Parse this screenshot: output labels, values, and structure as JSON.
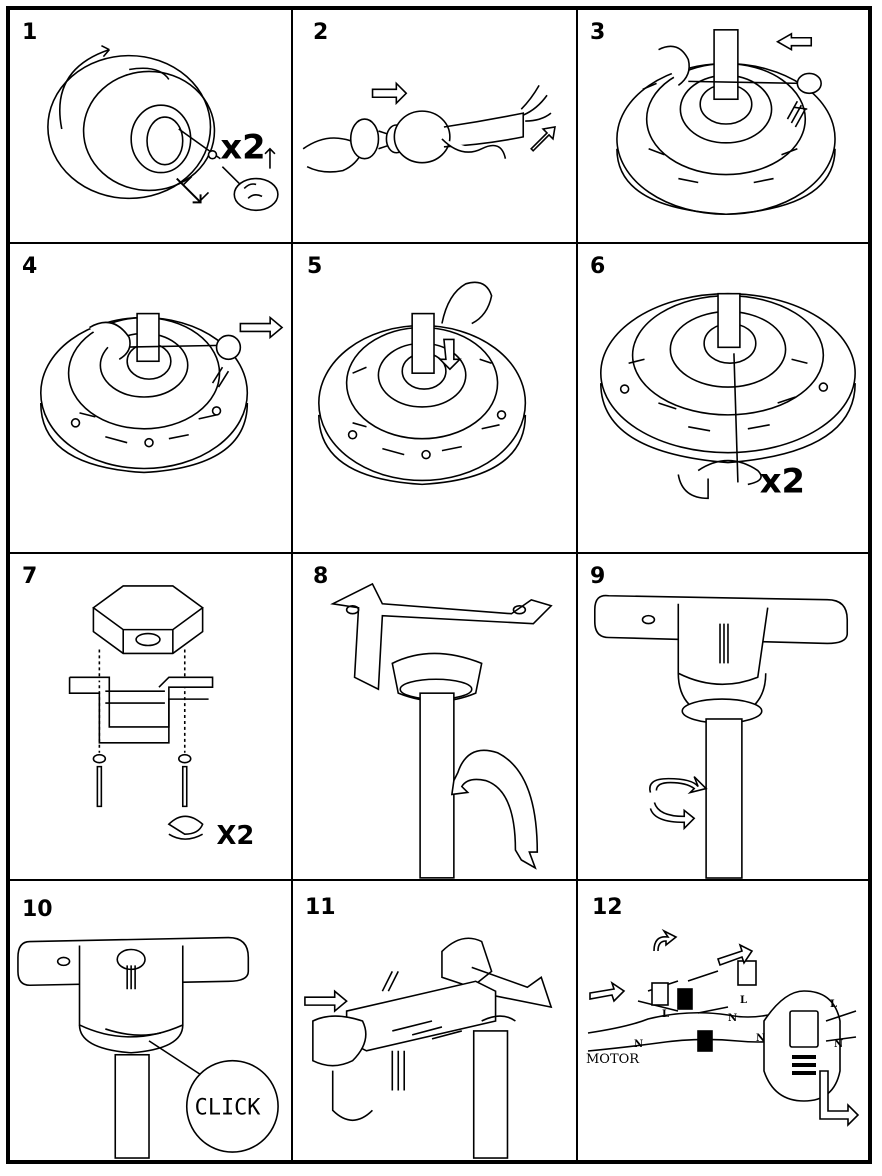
{
  "steps": [
    {
      "number": "1",
      "multiplier": "x2"
    },
    {
      "number": "2"
    },
    {
      "number": "3"
    },
    {
      "number": "4"
    },
    {
      "number": "5"
    },
    {
      "number": "6",
      "multiplier": "x2"
    },
    {
      "number": "7",
      "multiplier": "X2"
    },
    {
      "number": "8"
    },
    {
      "number": "9"
    },
    {
      "number": "10",
      "callout": "CLICK"
    },
    {
      "number": "11"
    },
    {
      "number": "12",
      "motor_label": "MOTOR",
      "wire_tags": [
        "N",
        "L",
        "N",
        "L",
        "N",
        "L",
        "N"
      ]
    }
  ],
  "colors": {
    "line": "#000000",
    "background": "#ffffff"
  }
}
